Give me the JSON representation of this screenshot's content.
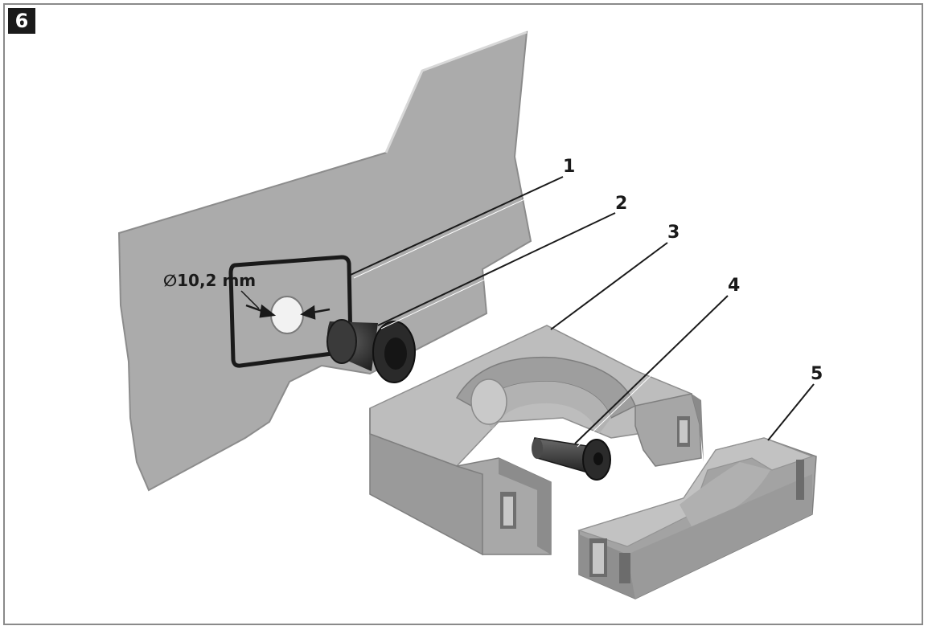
{
  "figure": {
    "number": "6",
    "dimension_label": "∅10,2 mm",
    "callouts": [
      {
        "id": "1",
        "text": "1"
      },
      {
        "id": "2",
        "text": "2"
      },
      {
        "id": "3",
        "text": "3"
      },
      {
        "id": "4",
        "text": "4"
      },
      {
        "id": "5",
        "text": "5"
      }
    ]
  },
  "colors": {
    "panel": "#a9a9a9",
    "part_top": "#b9b9b9",
    "part_front": "#9b9b9b",
    "part_side": "#878787",
    "outline": "#1a1a1a",
    "frame": "#8a8a8a"
  }
}
